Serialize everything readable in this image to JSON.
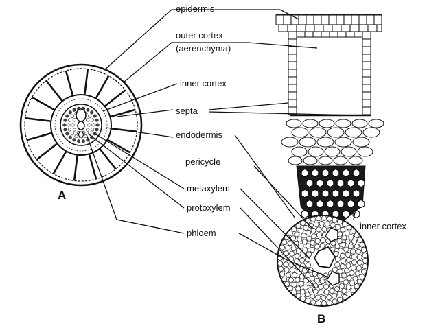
{
  "labels": {
    "epidermis": "epidermis",
    "outer_cortex": "outer cortex",
    "aerenchyma": "(aerenchyma)",
    "inner_cortex_a": "inner cortex",
    "septa": "septa",
    "endodermis": "endodermis",
    "pericycle": "pericycle",
    "metaxylem": "metaxylem",
    "protoxylem": "protoxylem",
    "phloem": "phloem",
    "inner_cortex_b": "inner cortex"
  },
  "figures": {
    "a": "A",
    "b": "B"
  }
}
